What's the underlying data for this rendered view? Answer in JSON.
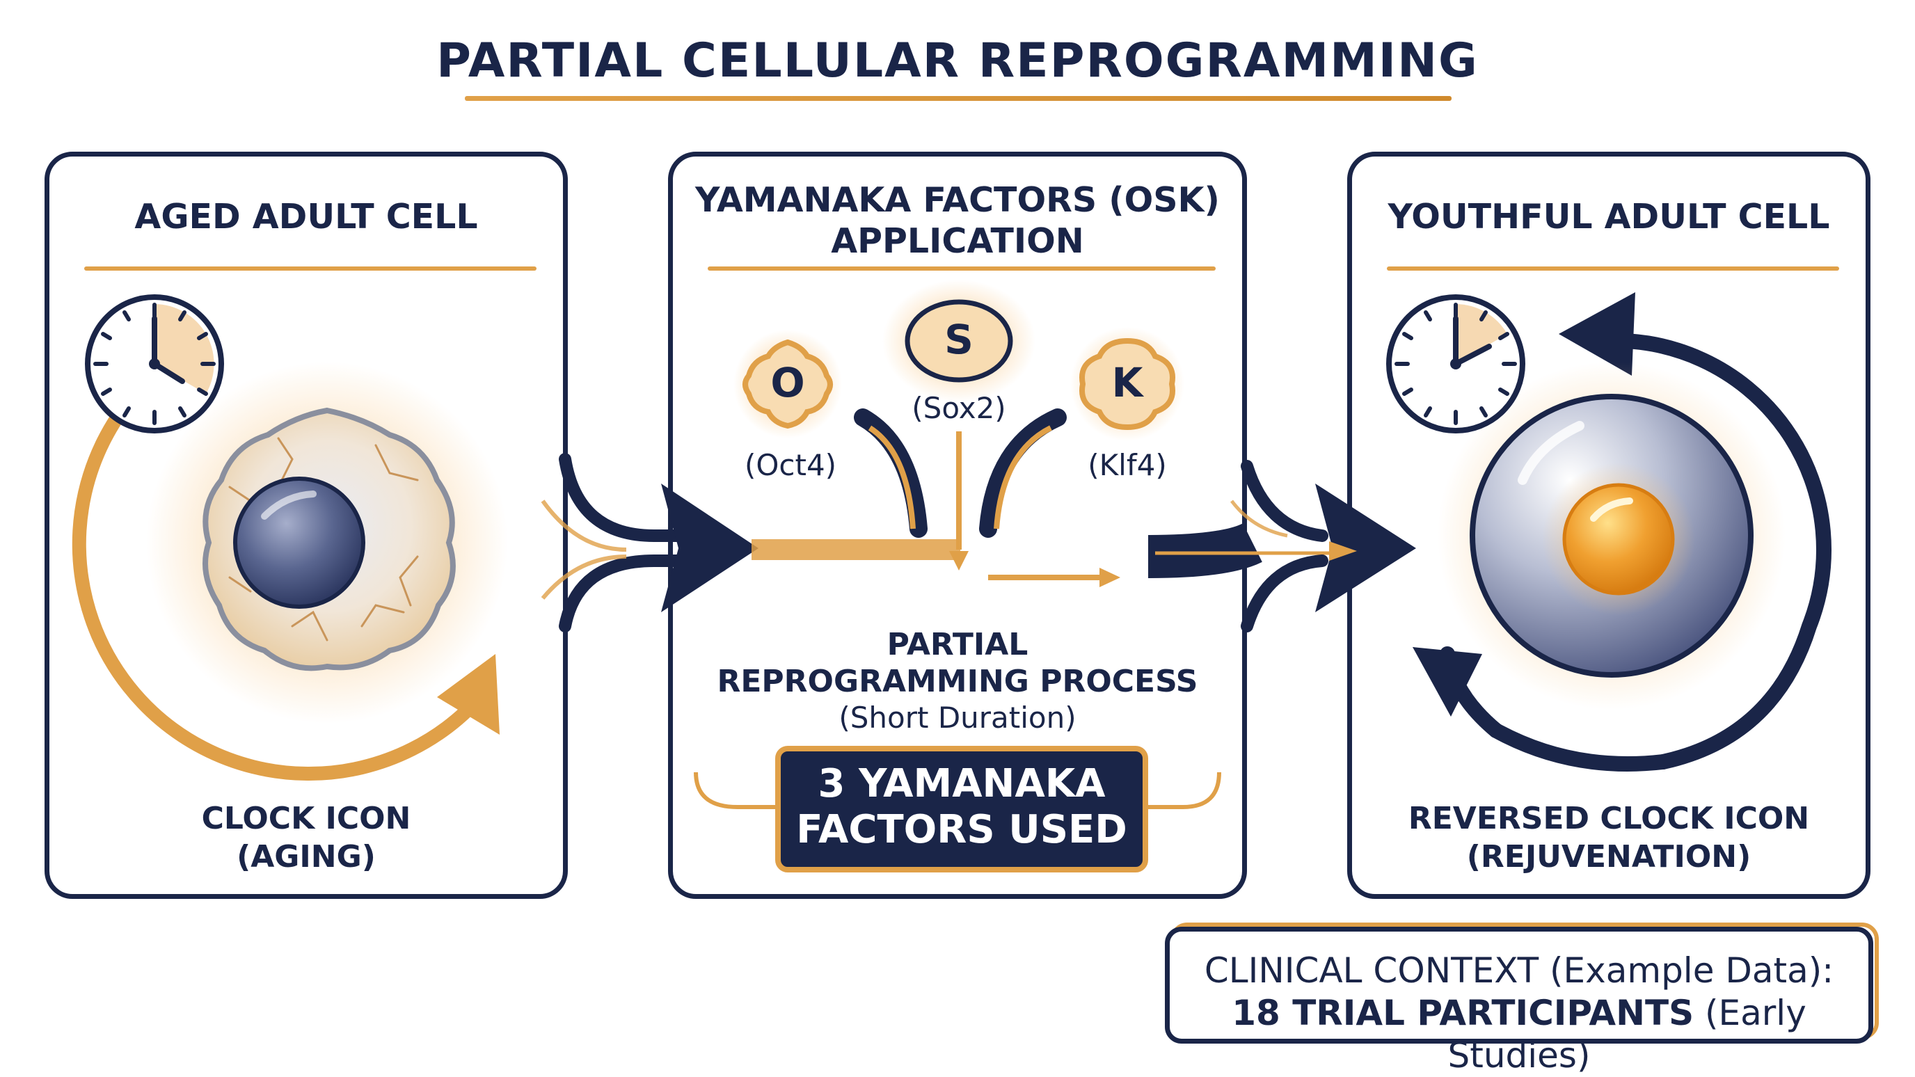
{
  "title": "PARTIAL CELLULAR REPROGRAMMING",
  "panels": {
    "aged": {
      "title": "AGED ADULT CELL",
      "caption_line1": "CLOCK ICON",
      "caption_line2": "(AGING)"
    },
    "factors": {
      "title_line1": "YAMANAKA FACTORS (OSK)",
      "title_line2": "APPLICATION",
      "items": [
        {
          "letter": "O",
          "name": "(Oct4)"
        },
        {
          "letter": "S",
          "name": "(Sox2)"
        },
        {
          "letter": "K",
          "name": "(Klf4)"
        }
      ],
      "process_line1": "PARTIAL",
      "process_line2": "REPROGRAMMING PROCESS",
      "process_line3": "(Short Duration)",
      "count_line1": "3 YAMANAKA",
      "count_line2": "FACTORS USED"
    },
    "youthful": {
      "title": "YOUTHFUL ADULT CELL",
      "caption_line1": "REVERSED CLOCK ICON",
      "caption_line2": "(REJUVENATION)"
    }
  },
  "clinical": {
    "line1": "CLINICAL CONTEXT (Example Data):",
    "line2_bold": "18 TRIAL PARTICIPANTS",
    "line2_rest": " (Early Studies)"
  },
  "colors": {
    "navy": "#1a2548",
    "orange": "#e0a048",
    "nucleus_gray": "#5a6690",
    "nucleus_orange": "#f0a030"
  },
  "icons": [
    "clock-icon",
    "reversed-clock-icon",
    "cycle-arrow-icon",
    "flow-arrow-icon"
  ]
}
